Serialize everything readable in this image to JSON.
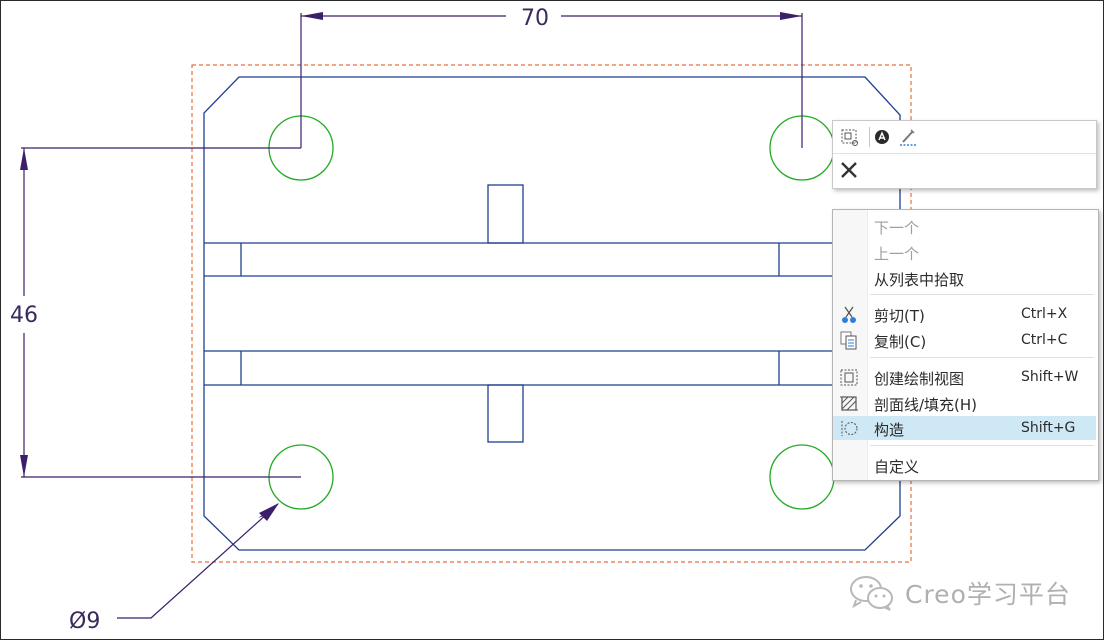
{
  "dimensions": {
    "horizontal": "70",
    "vertical": "46",
    "diameter": "Ø9"
  },
  "mini_toolbar": {
    "buttons": [
      {
        "name": "create-drawing-view-icon"
      },
      {
        "name": "lock-view-icon"
      },
      {
        "name": "line-style-icon"
      }
    ],
    "close_icon": "close-icon"
  },
  "context_menu": {
    "items": [
      {
        "label": "下一个",
        "shortcut": "",
        "disabled": true
      },
      {
        "label": "上一个",
        "shortcut": "",
        "disabled": true
      },
      {
        "label": "从列表中拾取",
        "shortcut": "",
        "disabled": false
      },
      {
        "label": "剪切(T)",
        "shortcut": "Ctrl+X",
        "disabled": false,
        "icon": "scissors-icon"
      },
      {
        "label": "复制(C)",
        "shortcut": "Ctrl+C",
        "disabled": false,
        "icon": "copy-icon"
      },
      {
        "label": "创建绘制视图",
        "shortcut": "Shift+W",
        "disabled": false,
        "icon": "drawing-view-icon"
      },
      {
        "label": "剖面线/填充(H)",
        "shortcut": "",
        "disabled": false,
        "icon": "hatch-icon"
      },
      {
        "label": "构造",
        "shortcut": "Shift+G",
        "disabled": false,
        "icon": "construction-icon",
        "highlighted": true
      },
      {
        "label": "自定义",
        "shortcut": "",
        "disabled": false
      }
    ]
  },
  "watermark": {
    "text": "Creo学习平台"
  },
  "colors": {
    "geometry": "#1f3f8f",
    "holes": "#22aa22",
    "dimensions": "#3b1f6b",
    "selection_box": "#e8703a",
    "menu_highlight": "#cfe8f6"
  }
}
